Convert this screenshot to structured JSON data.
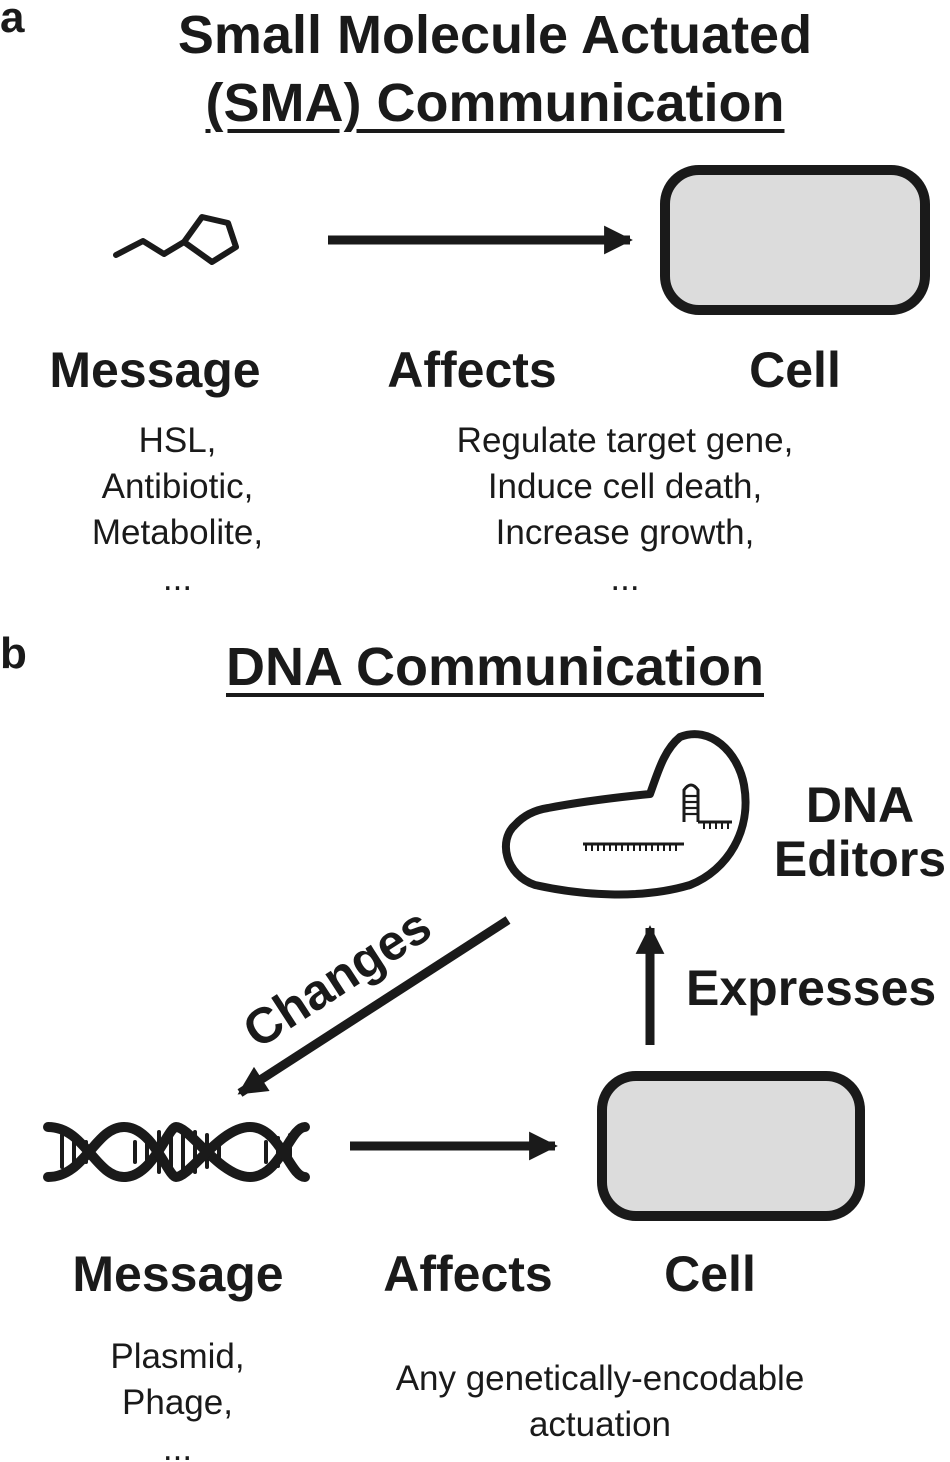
{
  "panel_a": {
    "letter": "a",
    "title_line1": "Small Molecule Actuated",
    "title_line2": "(SMA) Communication",
    "labels": {
      "message": "Message",
      "affects": "Affects",
      "cell": "Cell"
    },
    "message_examples": [
      "HSL,",
      "Antibiotic,",
      "Metabolite,",
      "..."
    ],
    "effect_examples": [
      "Regulate target gene,",
      "Induce cell death,",
      "Increase growth,",
      "..."
    ]
  },
  "panel_b": {
    "letter": "b",
    "title": "DNA Communication",
    "editors_label_line1": "DNA",
    "editors_label_line2": "Editors",
    "changes_label": "Changes",
    "expresses_label": "Expresses",
    "labels": {
      "message": "Message",
      "affects": "Affects",
      "cell": "Cell"
    },
    "message_examples": [
      "Plasmid,",
      "Phage,",
      "..."
    ],
    "effect_examples": [
      "Any genetically-encodable",
      "actuation"
    ]
  },
  "colors": {
    "ink": "#1a1a1a",
    "cell_fill": "#dcdcdc",
    "background": "#ffffff"
  }
}
